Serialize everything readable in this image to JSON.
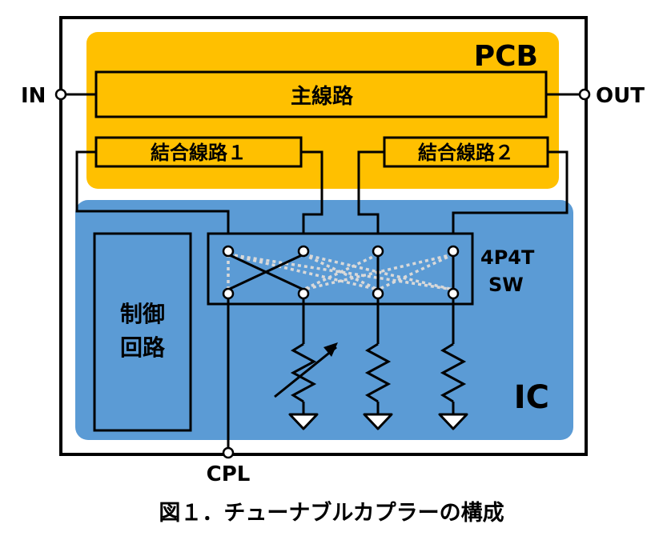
{
  "pcb": {
    "label": "PCB",
    "color": "#ffc000"
  },
  "ic": {
    "label": "IC",
    "color": "#5b9bd5"
  },
  "main_line": {
    "label": "主線路"
  },
  "coupled_line_1": {
    "label": "結合線路１"
  },
  "coupled_line_2": {
    "label": "結合線路２"
  },
  "ports": {
    "in": "IN",
    "out": "OUT",
    "cpl": "CPL"
  },
  "switch": {
    "label_line1": "4P4T",
    "label_line2": "SW"
  },
  "control_circuit": {
    "line1": "制御",
    "line2": "回路"
  },
  "caption": "図１．チューナブルカプラーの構成"
}
